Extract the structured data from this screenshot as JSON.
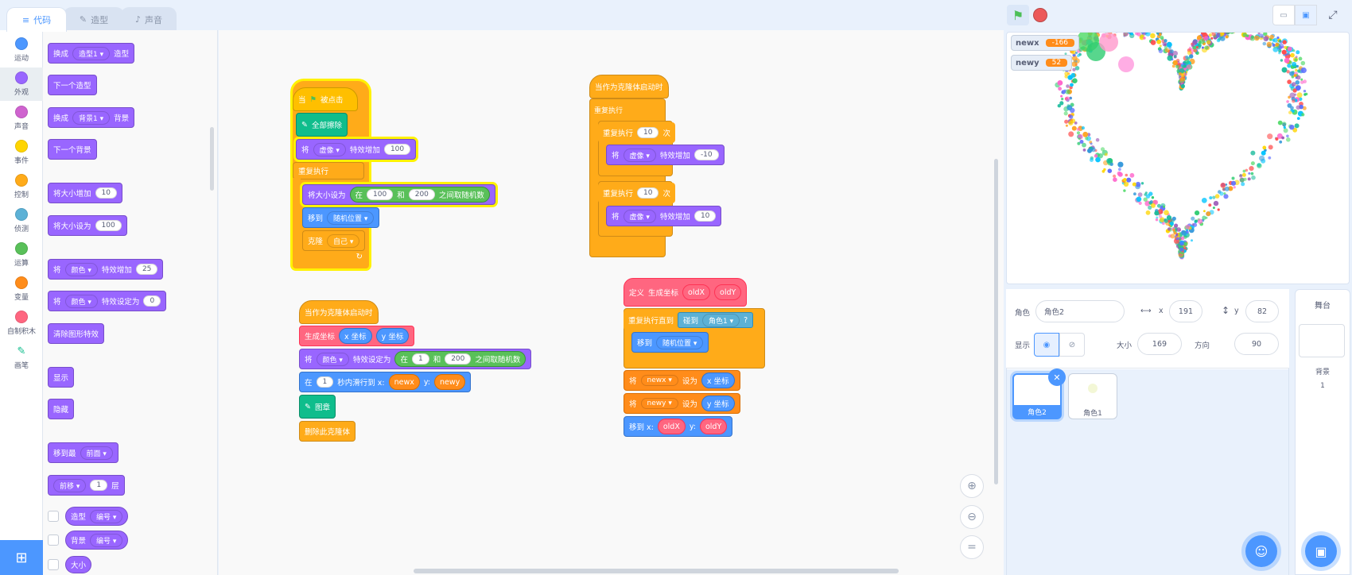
{
  "tabs": {
    "code": "代码",
    "costumes": "造型",
    "sounds": "声音"
  },
  "categories": [
    "运动",
    "外观",
    "声音",
    "事件",
    "控制",
    "侦测",
    "运算",
    "变量",
    "自制积木",
    "画笔"
  ],
  "category_colors": [
    "#4c97ff",
    "#9966ff",
    "#cf63cf",
    "#ffd500",
    "#ffab19",
    "#5cb1d6",
    "#59c059",
    "#ff8c1a",
    "#ff6680",
    "#0fbd8c"
  ],
  "palette": {
    "switch_costume": "换成",
    "costume1": "造型1",
    "costume_word": "造型",
    "next_costume": "下一个造型",
    "switch_backdrop": "换成",
    "backdrop1": "背景1",
    "backdrop_word": "背景",
    "next_backdrop": "下一个背景",
    "change_size": "将大小增加",
    "change_size_val": "10",
    "set_size": "将大小设为",
    "set_size_val": "100",
    "effect_change_a": "将",
    "effect_color": "颜色",
    "effect_change_b": "特效增加",
    "effect_change_val": "25",
    "effect_set_a": "将",
    "effect_set_b": "特效设定为",
    "effect_set_val": "0",
    "clear_effects": "清除图形特效",
    "show": "显示",
    "hide": "隐藏",
    "goto_layer": "移到最",
    "front": "前面",
    "forward": "前移",
    "forward_val": "1",
    "layer": "层",
    "costume_reporter": "造型",
    "number": "编号",
    "backdrop_reporter": "背景",
    "size": "大小"
  },
  "script1": {
    "when_flag": "当",
    "clicked": "被点击",
    "clear": "全部擦除",
    "set_a": "将",
    "ghost": "虚像",
    "change_b": "特效增加",
    "change_val": "100",
    "forever": "重复执行",
    "set_size": "将大小设为",
    "at": "在",
    "min": "100",
    "and": "和",
    "max": "200",
    "random": "之间取随机数",
    "goto": "移到",
    "random_pos": "随机位置",
    "clone": "克隆",
    "myself": "自己"
  },
  "script2": {
    "hat": "当作为克隆体启动时",
    "gen": "生成坐标",
    "xpos": "x 坐标",
    "ypos": "y 坐标",
    "set_a": "将",
    "color": "颜色",
    "set_b": "特效设定为",
    "at": "在",
    "min": "1",
    "and": "和",
    "max": "200",
    "random": "之间取随机数",
    "glide_a": "在",
    "glide_secs": "1",
    "glide_b": "秒内滑行到 x:",
    "newx": "newx",
    "y_label": "y:",
    "newy": "newy",
    "stamp": "图章",
    "delete": "删除此克隆体"
  },
  "script3": {
    "hat": "当作为克隆体启动时",
    "forever": "重复执行",
    "repeat": "重复执行",
    "repeat1_val": "10",
    "times": "次",
    "change_a": "将",
    "ghost": "虚像",
    "change_b": "特效增加",
    "change1_val": "-10",
    "repeat2_val": "10",
    "change2_val": "10"
  },
  "script4": {
    "define": "定义",
    "gen": "生成坐标",
    "oldx": "oldX",
    "oldy": "oldY",
    "until": "重复执行直到",
    "touching": "碰到",
    "sprite1": "角色1",
    "q": "?",
    "goto": "移到",
    "random_pos": "随机位置",
    "set_a": "将",
    "newx": "newx",
    "set_to": "设为",
    "xpos": "x 坐标",
    "newy": "newy",
    "ypos": "y 坐标",
    "move_x": "移到 x:",
    "y_label": "y:"
  },
  "monitors": {
    "newx_label": "newx",
    "newx_value": "-166",
    "newy_label": "newy",
    "newy_value": "52"
  },
  "sprite_info": {
    "sprite_label": "角色",
    "sprite_name": "角色2",
    "x_label": "x",
    "x_value": "191",
    "y_label": "y",
    "y_value": "82",
    "show_label": "显示",
    "size_label": "大小",
    "size_value": "169",
    "direction_label": "方向",
    "direction_value": "90"
  },
  "sprites": [
    {
      "name": "角色2"
    },
    {
      "name": "角色1"
    }
  ],
  "stage_panel": {
    "title": "舞台",
    "backdrops_label": "背景",
    "backdrops_count": "1"
  },
  "colors": {
    "accent": "#4c97ff",
    "looks": "#9966ff",
    "control": "#ffab19",
    "events": "#ffbf00",
    "pen": "#0fbd8c",
    "operators": "#59c059",
    "myblocks": "#ff6680",
    "variables": "#ff8c1a"
  }
}
